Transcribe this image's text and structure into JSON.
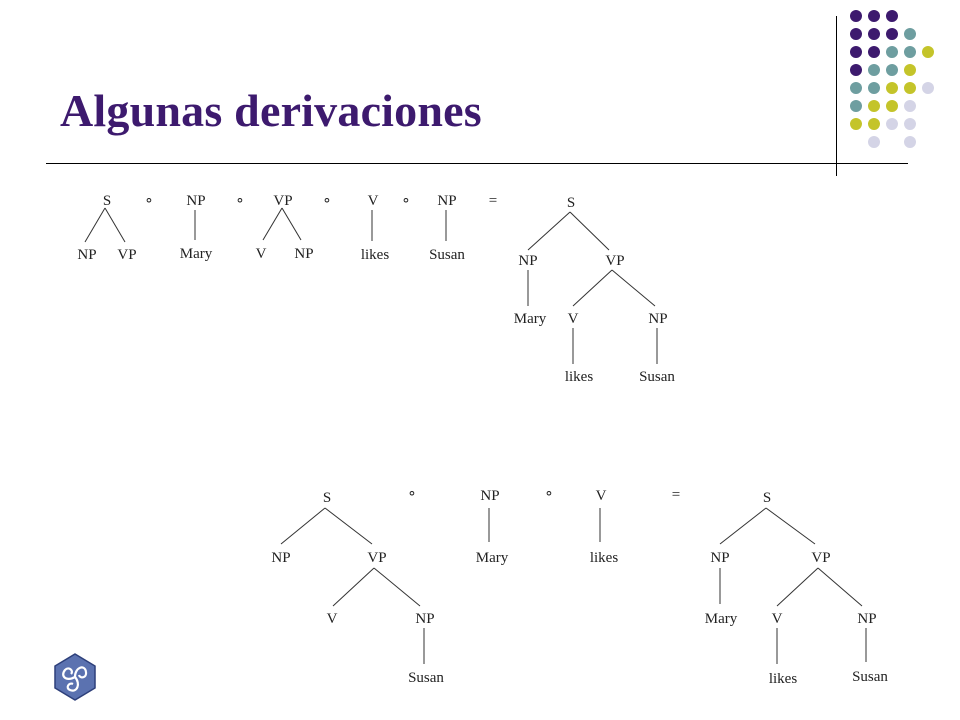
{
  "slide": {
    "title": "Algunas derivaciones"
  },
  "colors": {
    "title": "#3d1a6e",
    "dot_palette": [
      "#3d1a6e",
      "#6e9ea0",
      "#c4c42a",
      "#d4d4e6"
    ]
  },
  "decor": {
    "dot_grid": [
      [
        0,
        0,
        0,
        -1,
        -1
      ],
      [
        0,
        0,
        0,
        1,
        -1
      ],
      [
        0,
        0,
        1,
        1,
        2
      ],
      [
        0,
        1,
        1,
        2,
        -1
      ],
      [
        1,
        1,
        2,
        2,
        3
      ],
      [
        1,
        2,
        2,
        3,
        -1
      ],
      [
        2,
        2,
        3,
        3,
        -1
      ],
      [
        -1,
        3,
        -1,
        3,
        -1
      ]
    ]
  },
  "logo": {
    "icon": "triskelion-logo-icon"
  },
  "derivations": [
    {
      "operands": [
        {
          "nodes": [
            "S",
            "NP",
            "VP"
          ]
        },
        {
          "nodes": [
            "NP",
            "Mary"
          ]
        },
        {
          "nodes": [
            "VP",
            "V",
            "NP"
          ]
        },
        {
          "nodes": [
            "V",
            "likes"
          ]
        },
        {
          "nodes": [
            "NP",
            "Susan"
          ]
        }
      ],
      "operator": "∘",
      "equals": "=",
      "result": {
        "nodes": [
          "S",
          "NP",
          "VP",
          "Mary",
          "V",
          "NP",
          "likes",
          "Susan"
        ]
      }
    },
    {
      "operands": [
        {
          "nodes": [
            "S",
            "NP",
            "VP",
            "V",
            "NP",
            "Susan"
          ]
        },
        {
          "nodes": [
            "NP",
            "Mary"
          ]
        },
        {
          "nodes": [
            "V",
            "likes"
          ]
        }
      ],
      "operator": "∘",
      "equals": "=",
      "result": {
        "nodes": [
          "S",
          "NP",
          "VP",
          "Mary",
          "V",
          "NP",
          "likes",
          "Susan"
        ]
      }
    }
  ]
}
